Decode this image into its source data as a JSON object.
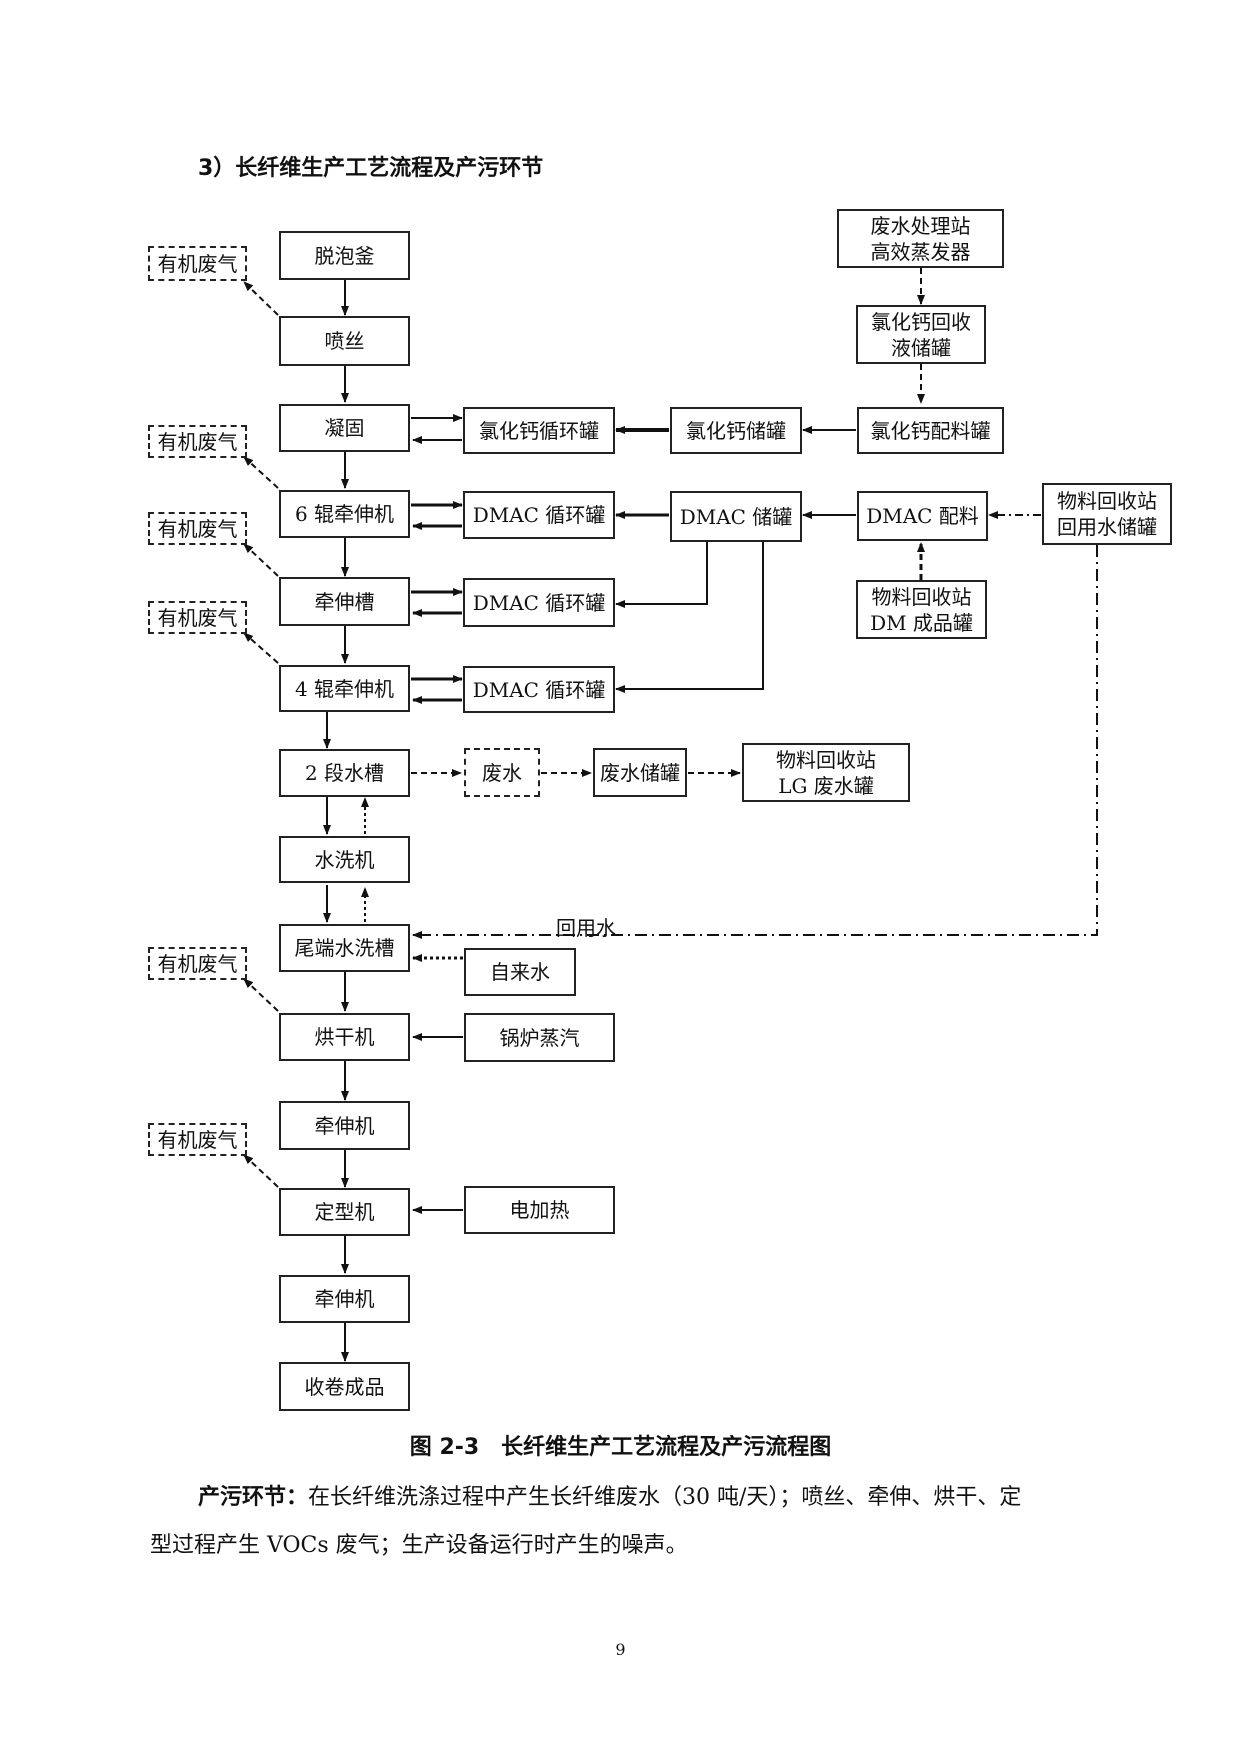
{
  "heading": "3）长纤维生产工艺流程及产污环节",
  "caption": "图 2-3　长纤维生产工艺流程及产污流程图",
  "paragraph": {
    "lead": "产污环节：",
    "line1": "在长纤维洗涤过程中产生长纤维废水（30 吨/天）；喷丝、牵伸、烘干、定",
    "line2": "型过程产生 VOCs 废气；生产设备运行时产生的噪声。"
  },
  "page_number": "9",
  "edge_labels": {
    "reuse_water": "回用水"
  },
  "nodes": {
    "main": [
      "脱泡釜",
      "喷丝",
      "凝固",
      "6 辊牵伸机",
      "牵伸槽",
      "4 辊牵伸机",
      "2 段水槽",
      "水洗机",
      "尾端水洗槽",
      "烘干机",
      "牵伸机",
      "定型机",
      "牵伸机",
      "收卷成品"
    ],
    "gas": [
      "有机废气",
      "有机废气",
      "有机废气",
      "有机废气",
      "有机废气",
      "有机废气"
    ],
    "cacl_circ": "氯化钙循环罐",
    "cacl_store": "氯化钙储罐",
    "cacl_mix": "氯化钙配料罐",
    "cacl_recover": "氯化钙回收\n液储罐",
    "evaporator": "废水处理站\n高效蒸发器",
    "dmac_circ": [
      "DMAC 循环罐",
      "DMAC 循环罐",
      "DMAC 循环罐"
    ],
    "dmac_store": "DMAC 储罐",
    "dmac_mix": "DMAC 配料",
    "dm_tank": "物料回收站\nDM 成品罐",
    "reuse_tank": "物料回收站\n回用水储罐",
    "wastewater": "废水",
    "ww_store": "废水储罐",
    "lg_tank": "物料回收站\nLG 废水罐",
    "tap_water": "自来水",
    "steam": "锅炉蒸汽",
    "elec_heat": "电加热"
  }
}
